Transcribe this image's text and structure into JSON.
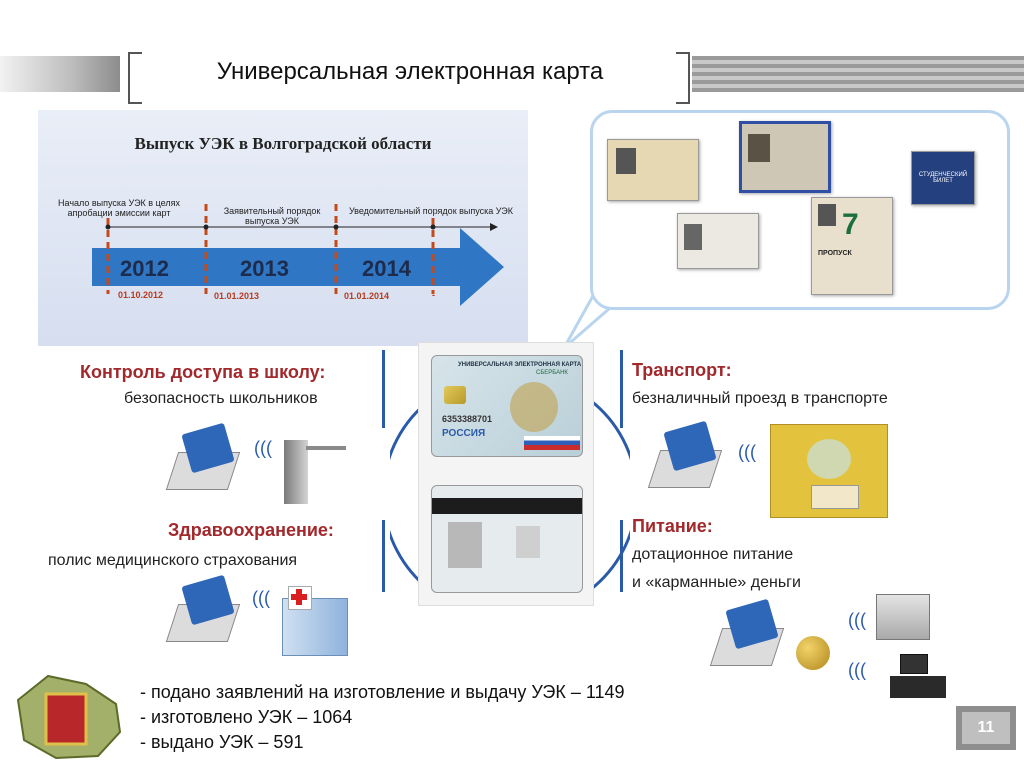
{
  "header": {
    "title": "Универсальная электронная карта"
  },
  "timeline": {
    "heading": "Выпуск УЭК в Волгоградской области",
    "stages": [
      {
        "note": "Начало выпуска УЭК в целях апробации эмиссии карт",
        "year": "2012",
        "date": "01.10.2012"
      },
      {
        "note": "Заявительный порядок выпуска УЭК",
        "year": "2013",
        "date": "01.01.2013"
      },
      {
        "note": "Уведомительный порядок выпуска УЭК",
        "year": "2014",
        "date": "01.01.2014"
      }
    ],
    "last_date": "-"
  },
  "card": {
    "front_title": "УНИВЕРСАЛЬНАЯ ЭЛЕКТРОННАЯ КАРТА",
    "bank": "СБЕРБАНК",
    "number": "6353388701",
    "country": "РОССИЯ"
  },
  "documents": {
    "student_card_label": "СТУДЕНЧЕСКИЙ БИЛЕТ",
    "pass_label": "ПРОПУСК"
  },
  "sections": {
    "school": {
      "title": "Контроль доступа в школу:",
      "subtitle": "безопасность школьников"
    },
    "transport": {
      "title": "Транспорт:",
      "subtitle": "безналичный проезд в транспорте"
    },
    "health": {
      "title": "Здравоохранение:",
      "subtitle": "полис медицинского страхования"
    },
    "food": {
      "title": "Питание:",
      "subtitle_1": "дотационное питание",
      "subtitle_2": "и «карманные» деньги"
    }
  },
  "stats": [
    "- подано заявлений на изготовление и выдачу УЭК – 1149",
    "- изготовлено УЭК – 1064",
    "- выдано УЭК – 591"
  ],
  "page_number": "11",
  "wave_glyph": "((("
}
